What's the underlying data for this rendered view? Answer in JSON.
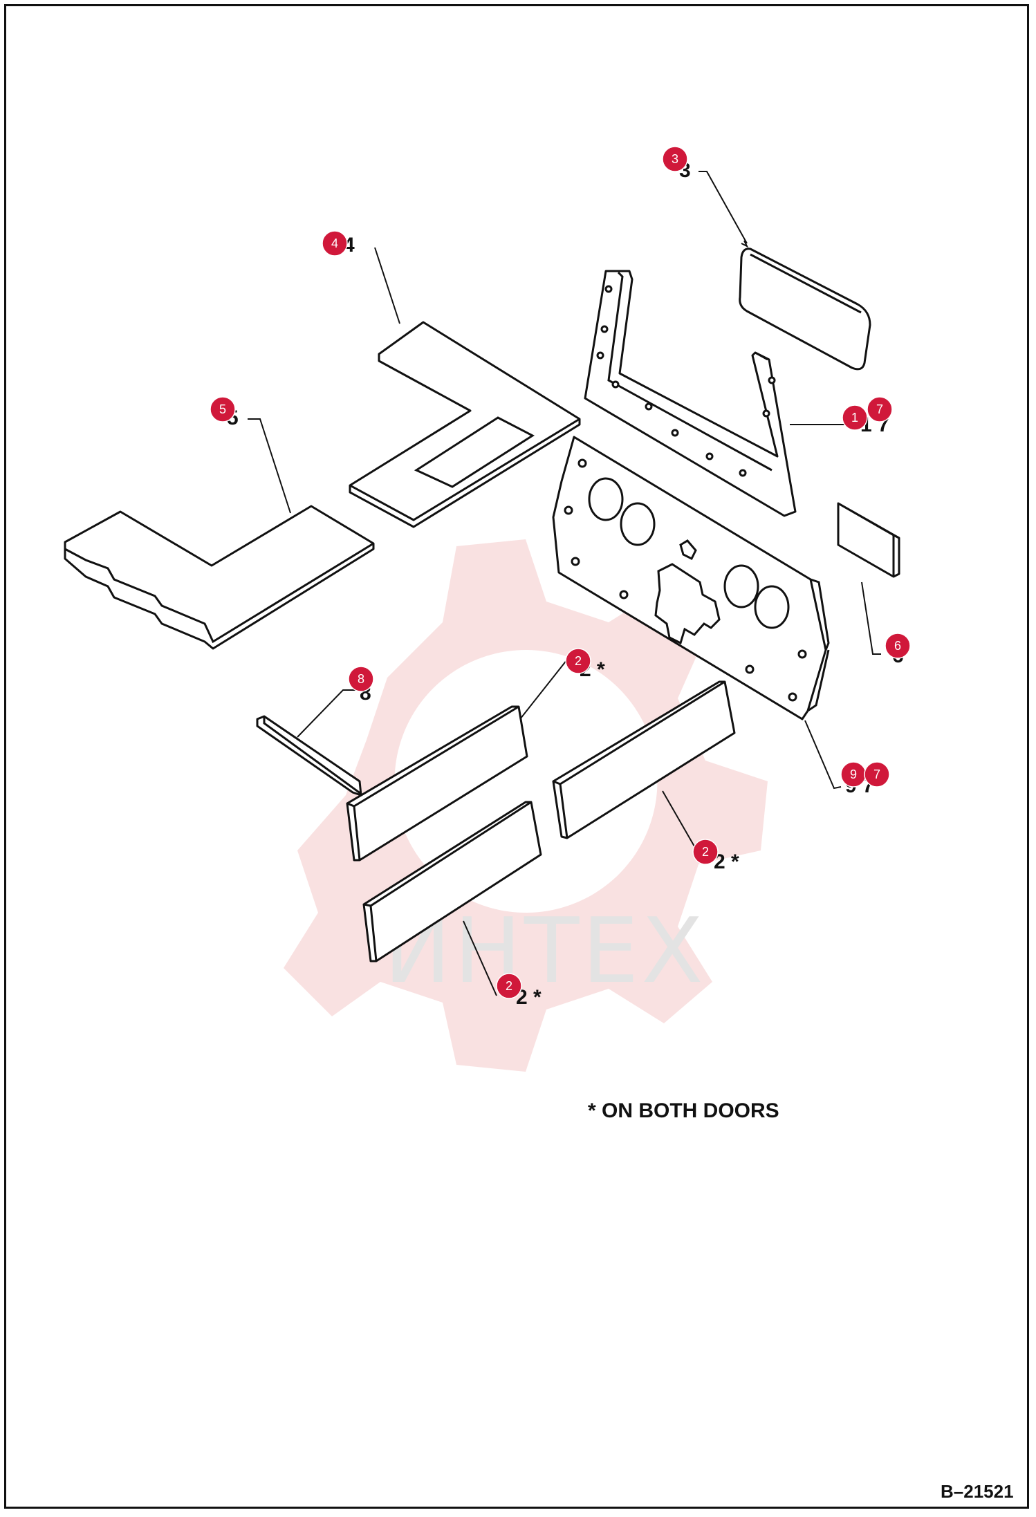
{
  "watermark": {
    "text": "ИНТЕХ"
  },
  "callouts": {
    "c3": {
      "badge": "3",
      "label": "3"
    },
    "c4": {
      "badge": "4",
      "label": "4"
    },
    "c5": {
      "badge": "5",
      "label": "5"
    },
    "c17": {
      "badges": [
        "1",
        "7"
      ],
      "label": "1 7"
    },
    "c6": {
      "badge": "6",
      "label": "6"
    },
    "c8": {
      "badge": "8",
      "label": "8"
    },
    "c2a": {
      "badge": "2",
      "label": "2 *"
    },
    "c2b": {
      "badge": "2",
      "label": "2 *"
    },
    "c2c": {
      "badge": "2",
      "label": "2 *"
    },
    "c97": {
      "badges": [
        "9",
        "7"
      ],
      "label": "9 7"
    }
  },
  "note": "*  ON BOTH DOORS",
  "drawing_code": "B–21521",
  "colors": {
    "badge": "#d0183a",
    "line": "#111111",
    "watermark_gear": "#f4c9c9"
  }
}
